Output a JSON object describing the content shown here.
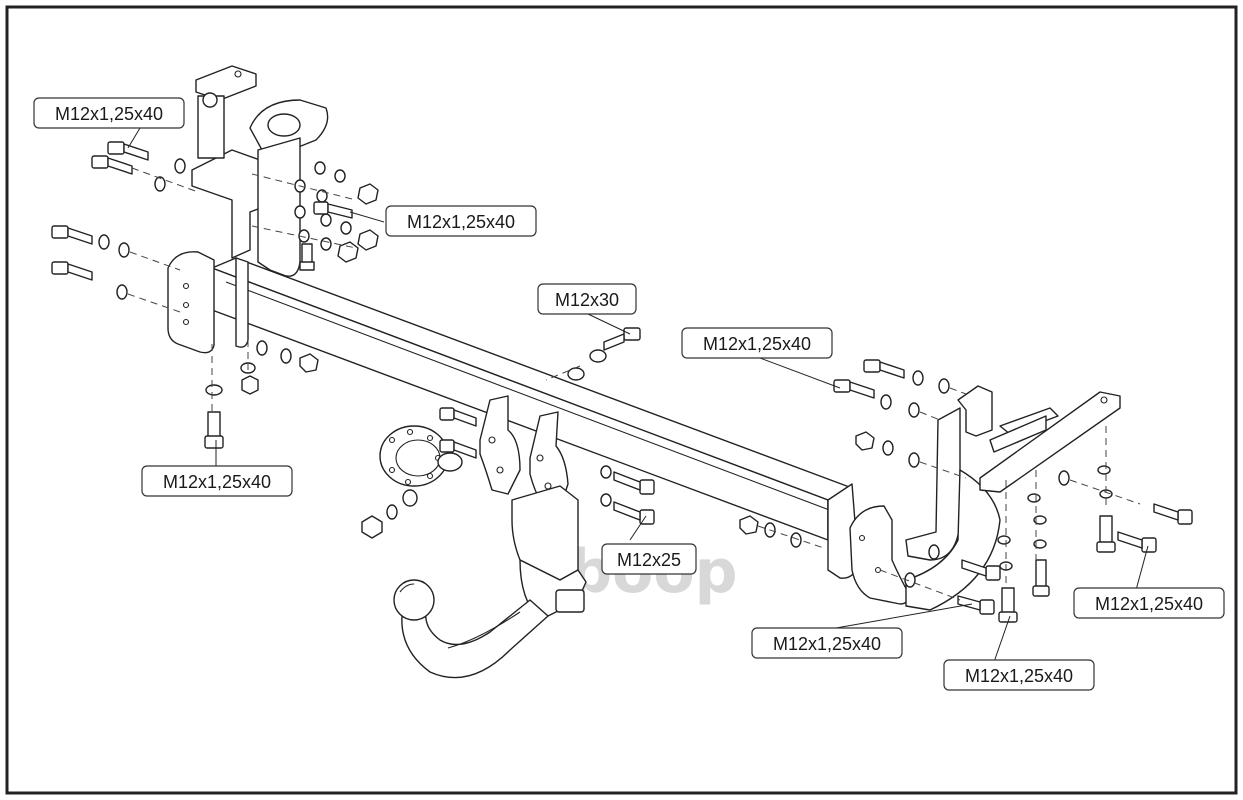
{
  "diagram": {
    "watermark": "oboop",
    "labels": [
      {
        "id": "top-left-bolt",
        "text": "M12x1,25x40"
      },
      {
        "id": "upper-bracket-bolt",
        "text": "M12x1,25x40"
      },
      {
        "id": "center-bolt",
        "text": "M12x30"
      },
      {
        "id": "right-top-bolt",
        "text": "M12x1,25x40"
      },
      {
        "id": "left-bottom-bolt",
        "text": "M12x1,25x40"
      },
      {
        "id": "ball-bolt",
        "text": "M12x25"
      },
      {
        "id": "right-far-bolt",
        "text": "M12x1,25x40"
      },
      {
        "id": "right-bottom-bolt",
        "text": "M12x1,25x40"
      },
      {
        "id": "right-bottom-vertical-bolt",
        "text": "M12x1,25x40"
      }
    ]
  }
}
